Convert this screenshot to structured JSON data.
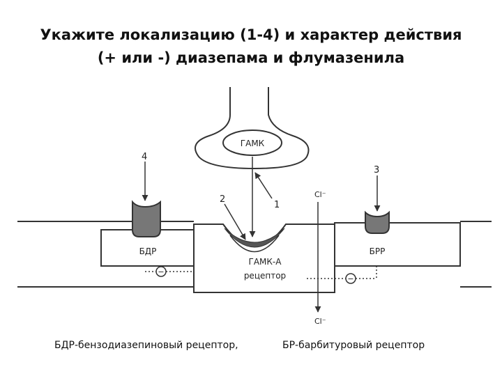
{
  "title": {
    "line1": "Укажите локализацию (1-4) и характер действия",
    "line2": "(+ или -) диазепама и флумазенила"
  },
  "diagram": {
    "neuron_label": "ГАМК",
    "receptor_label_line1": "ГАМК-А",
    "receptor_label_line2": "рецептор",
    "bdr_label": "БДР",
    "br_label": "БРР",
    "num1": "1",
    "num2": "2",
    "num3": "3",
    "num4": "4",
    "cl_top": "Cl⁻",
    "cl_bottom": "Cl⁻",
    "minus_sign": "−"
  },
  "captions": {
    "left": "БДР-бензодиазепиновый рецептор,",
    "right": "БР-барбитуровый рецептор"
  }
}
